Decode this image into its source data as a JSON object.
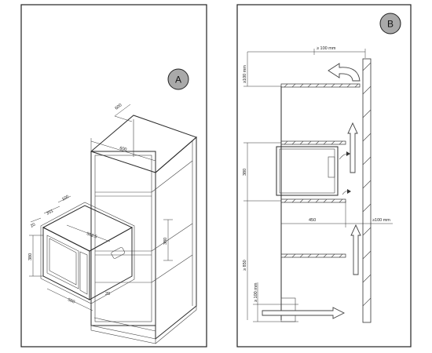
{
  "panelA": {
    "badge": "A",
    "dims": {
      "d20": "20",
      "d600": "600",
      "d380_cab": "380",
      "d100": "100",
      "d351": "351",
      "d20b": "20",
      "d5625": "562.5",
      "d380_mw": "380",
      "d560": "560"
    }
  },
  "panelB": {
    "badge": "B",
    "dims": {
      "top_gap": "≥ 100   mm",
      "top_clear": "≥100 mm",
      "h380": "380",
      "w450": "450",
      "side": "≥100 mm",
      "h850": "≥  850",
      "bottom": "≥  100   mm"
    }
  },
  "colors": {
    "line": "#2b2b2b",
    "badge_fill": "#a9a9a9",
    "frame": "#222222"
  }
}
